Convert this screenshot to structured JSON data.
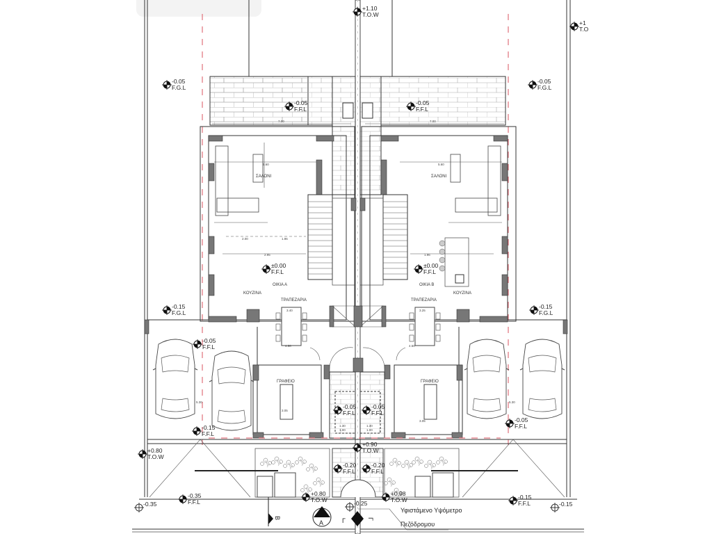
{
  "plan": {
    "rooms": {
      "saloni": "ΣΑΛΟΝΙ",
      "kouzina": "ΚΟΥΖΙΝΑ",
      "trapezaria": "ΤΡΑΠΕΖΑΡΙΑ",
      "grafeio": "ΓΡΑΦΕΙΟ",
      "house_a": "ΟΙΚΙΑ Α",
      "house_b": "ΟΙΚΙΑ Β"
    },
    "levels": [
      {
        "value": "+1.10",
        "type": "T.O.W"
      },
      {
        "value": "-0.05",
        "type": "F.G.L"
      },
      {
        "value": "-0.05",
        "type": "F.G.L"
      },
      {
        "value": "-0.05",
        "type": "F.F.L"
      },
      {
        "value": "-0.05",
        "type": "F.F.L"
      },
      {
        "value": "±0.00",
        "type": "F.F.L"
      },
      {
        "value": "±0.00",
        "type": "F.F.L"
      },
      {
        "value": "-0.15",
        "type": "F.G.L"
      },
      {
        "value": "-0.15",
        "type": "F.G.L"
      },
      {
        "value": "-0.05",
        "type": "F.F.L"
      },
      {
        "value": "-0.15",
        "type": "F.F.L"
      },
      {
        "value": "-0.05",
        "type": "F.F.L"
      },
      {
        "value": "-0.05",
        "type": "F.F.L"
      },
      {
        "value": "-0.05",
        "type": "F.F.L"
      },
      {
        "value": "+0.80",
        "type": "T.O.W"
      },
      {
        "value": "+0.90",
        "type": "T.O.W"
      },
      {
        "value": "-0.20",
        "type": "F.F.L"
      },
      {
        "value": "-0.20",
        "type": "F.F.L"
      },
      {
        "value": "-0.35",
        "type": "F.F.L"
      },
      {
        "value": "+0.80",
        "type": "T.O.W"
      },
      {
        "value": "+0.98",
        "type": "T.O.W"
      },
      {
        "value": "-0.15",
        "type": "F.F.L"
      },
      {
        "value": "+1",
        "type": "T.O"
      }
    ],
    "spot_levels": [
      "-0.35",
      "-0.25",
      "-0.15"
    ],
    "dimensions": [
      "7.00",
      "7.00",
      "5.60",
      "5.60",
      "1.96",
      "1.96",
      "2.95",
      "2.00",
      "3.40",
      "3.25",
      "4.50",
      "4.50",
      "5.30",
      "5.30",
      "3.05",
      "3.05",
      "1.30",
      "1.30",
      "1.00",
      "1.00"
    ],
    "section_marks": {
      "a": "A",
      "b": "B",
      "c": "Γ"
    },
    "note_line1": "Υφιστάμενο Υψόμετρο",
    "note_line2": "Πεζόδρομου"
  }
}
